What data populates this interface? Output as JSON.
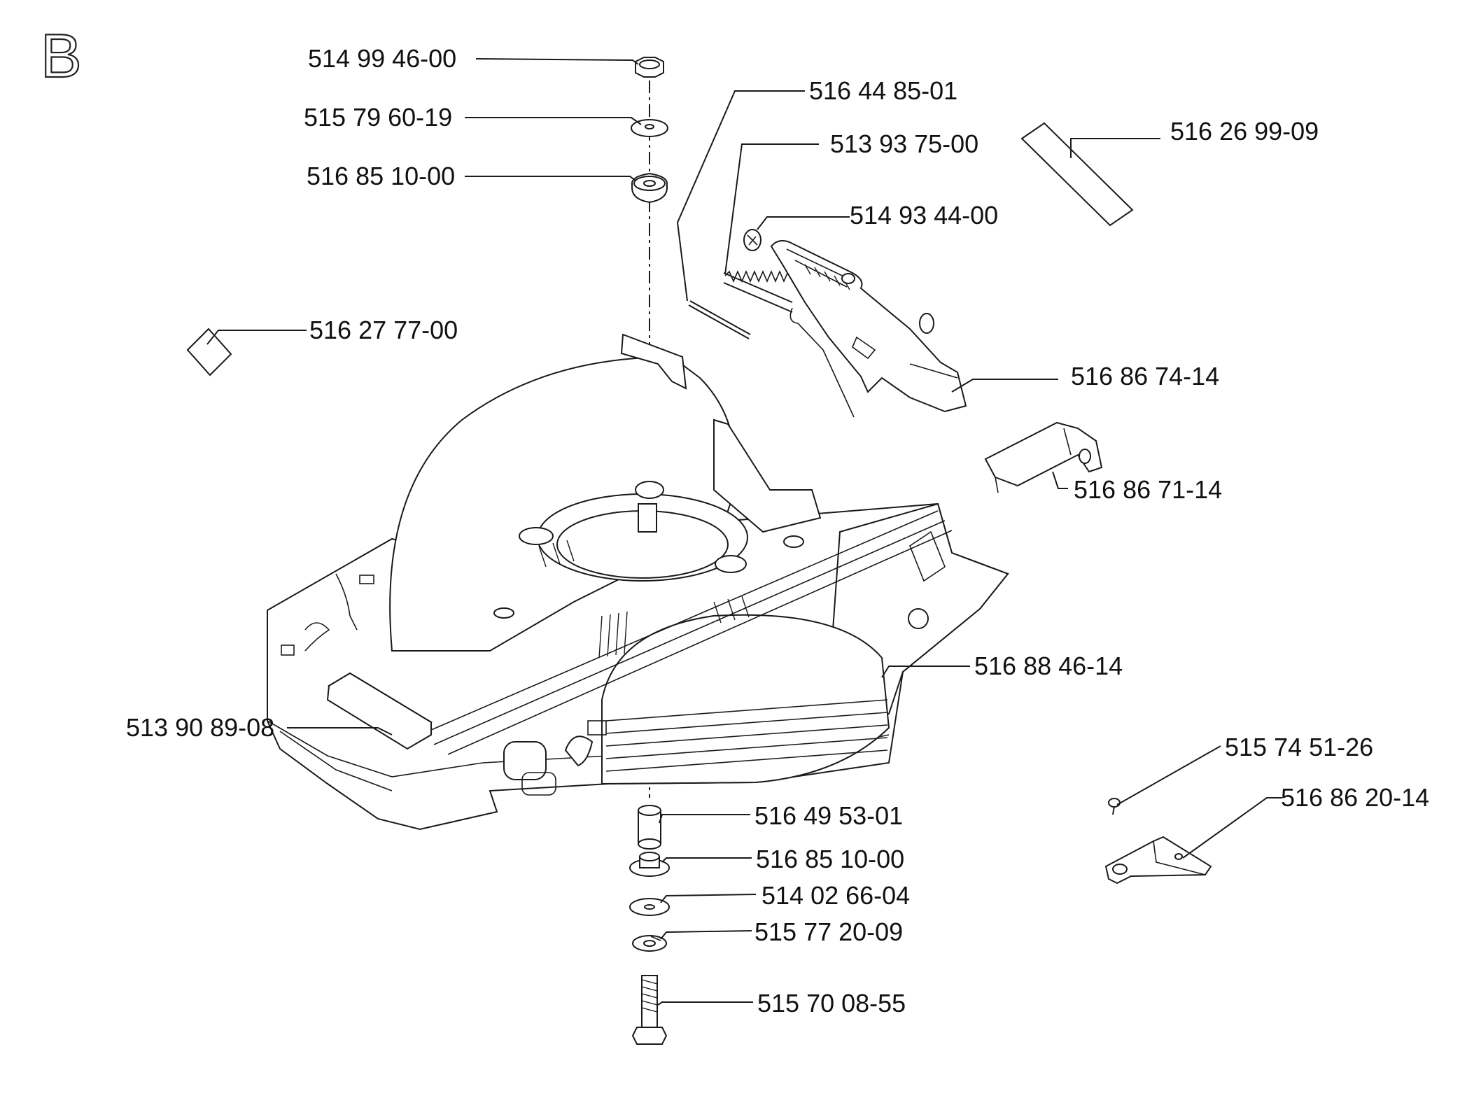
{
  "section_letter": "B",
  "parts": [
    {
      "id": "p01",
      "number": "514 99 46-00",
      "name": "nut"
    },
    {
      "id": "p02",
      "number": "515 79 60-19",
      "name": "washer"
    },
    {
      "id": "p03",
      "number": "516 85 10-00",
      "name": "bushing"
    },
    {
      "id": "p04",
      "number": "516 44 85-01",
      "name": "rod"
    },
    {
      "id": "p05",
      "number": "513 93 75-00",
      "name": "spring"
    },
    {
      "id": "p06",
      "number": "516 26 99-09",
      "name": "decal"
    },
    {
      "id": "p07",
      "number": "514 93 44-00",
      "name": "lock-washer"
    },
    {
      "id": "p08",
      "number": "516 27 77-00",
      "name": "decal"
    },
    {
      "id": "p09",
      "number": "516 86 74-14",
      "name": "rear-flap-bracket"
    },
    {
      "id": "p10",
      "number": "516 86 71-14",
      "name": "bracket"
    },
    {
      "id": "p11",
      "number": "516 88 46-14",
      "name": "mower-deck"
    },
    {
      "id": "p12",
      "number": "513 90 89-08",
      "name": "decal"
    },
    {
      "id": "p13",
      "number": "515 74 51-26",
      "name": "screw"
    },
    {
      "id": "p14",
      "number": "516 86 20-14",
      "name": "lever"
    },
    {
      "id": "p15",
      "number": "516 49 53-01",
      "name": "spacer"
    },
    {
      "id": "p16",
      "number": "516 85 10-00",
      "name": "bushing"
    },
    {
      "id": "p17",
      "number": "514 02 66-04",
      "name": "washer"
    },
    {
      "id": "p18",
      "number": "515 77 20-09",
      "name": "lock-washer"
    },
    {
      "id": "p19",
      "number": "515 70 08-55",
      "name": "bolt"
    }
  ]
}
